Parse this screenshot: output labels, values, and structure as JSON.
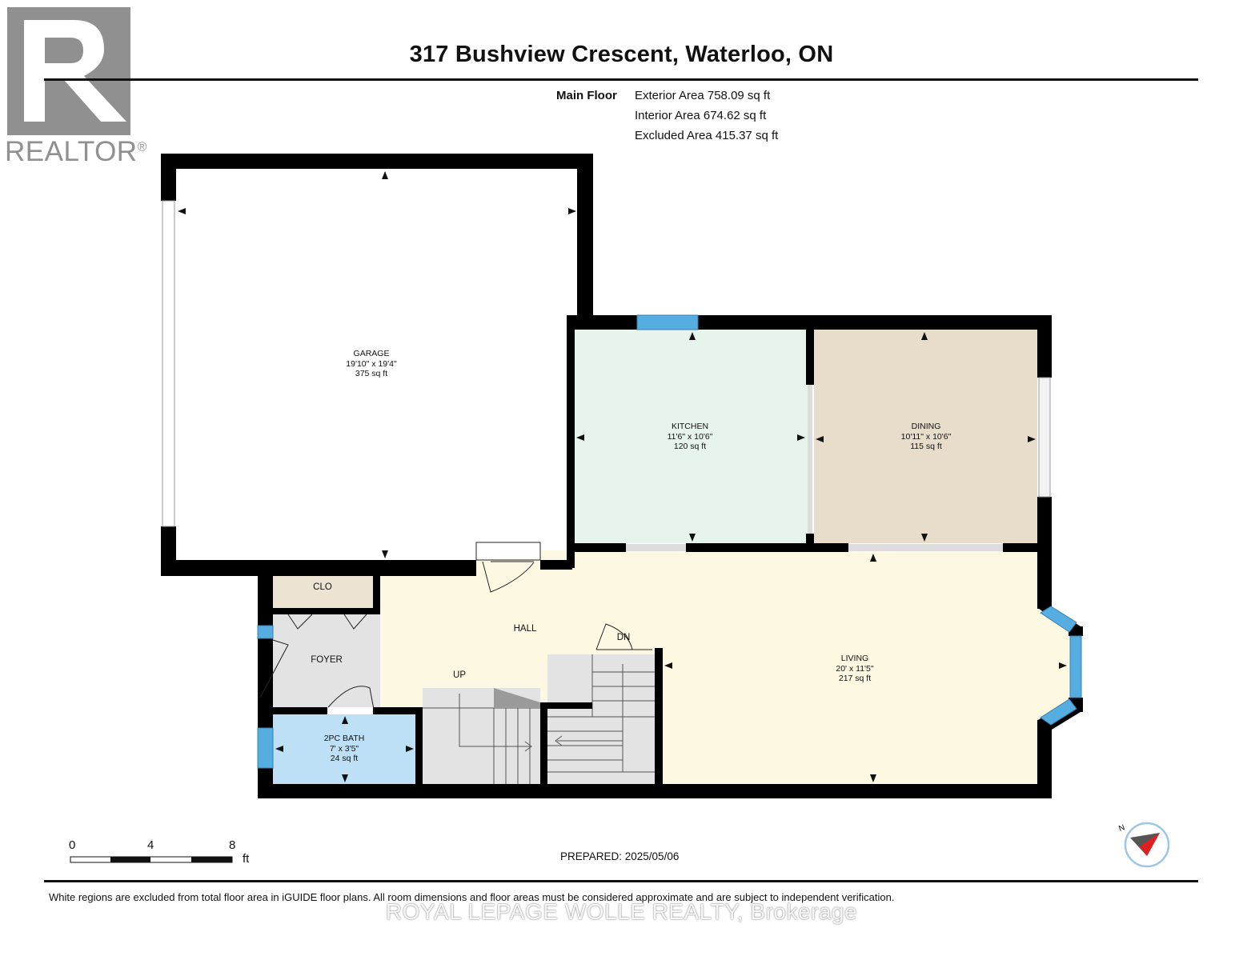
{
  "title": "317 Bushview Crescent, Waterloo, ON",
  "floor": {
    "label": "Main Floor",
    "areas": [
      "Exterior Area 758.09 sq ft",
      "Interior Area 674.62 sq ft",
      "Excluded Area 415.37 sq ft"
    ]
  },
  "rooms": {
    "garage": {
      "name": "GARAGE",
      "dims": "19'10\" x 19'4\"",
      "area": "375 sq ft"
    },
    "kitchen": {
      "name": "KITCHEN",
      "dims": "11'6\" x 10'6\"",
      "area": "120 sq ft"
    },
    "dining": {
      "name": "DINING",
      "dims": "10'11\" x 10'6\"",
      "area": "115 sq ft"
    },
    "living": {
      "name": "LIVING",
      "dims": "20' x 11'5\"",
      "area": "217 sq ft"
    },
    "bath": {
      "name": "2PC BATH",
      "dims": "7' x 3'5\"",
      "area": "24 sq ft"
    }
  },
  "labels": {
    "clo": "CLO",
    "foyer": "FOYER",
    "hall": "HALL",
    "up": "UP",
    "dn": "DN"
  },
  "scale": {
    "ticks": [
      "0",
      "4",
      "8"
    ],
    "unit": "ft"
  },
  "compass": {
    "label": "N"
  },
  "prepared": "PREPARED: 2025/05/06",
  "disclaimer": "White regions are excluded from total floor area in iGUIDE floor plans. All room dimensions and floor areas must be considered approximate and are subject to independent verification.",
  "watermark": "ROYAL LEPAGE WOLLE REALTY, Brokerage",
  "logo": {
    "text": "REALTOR",
    "mark": "®"
  },
  "colors": {
    "wall": "#000000",
    "kitchen": "#e6f4ec",
    "dining": "#e8dccb",
    "living": "#fdf8e1",
    "bath": "#bde0f6",
    "clo": "#ece3d2",
    "foyer": "#e3e3e3",
    "stairs": "#e3e3e3",
    "window": "#56addf"
  }
}
